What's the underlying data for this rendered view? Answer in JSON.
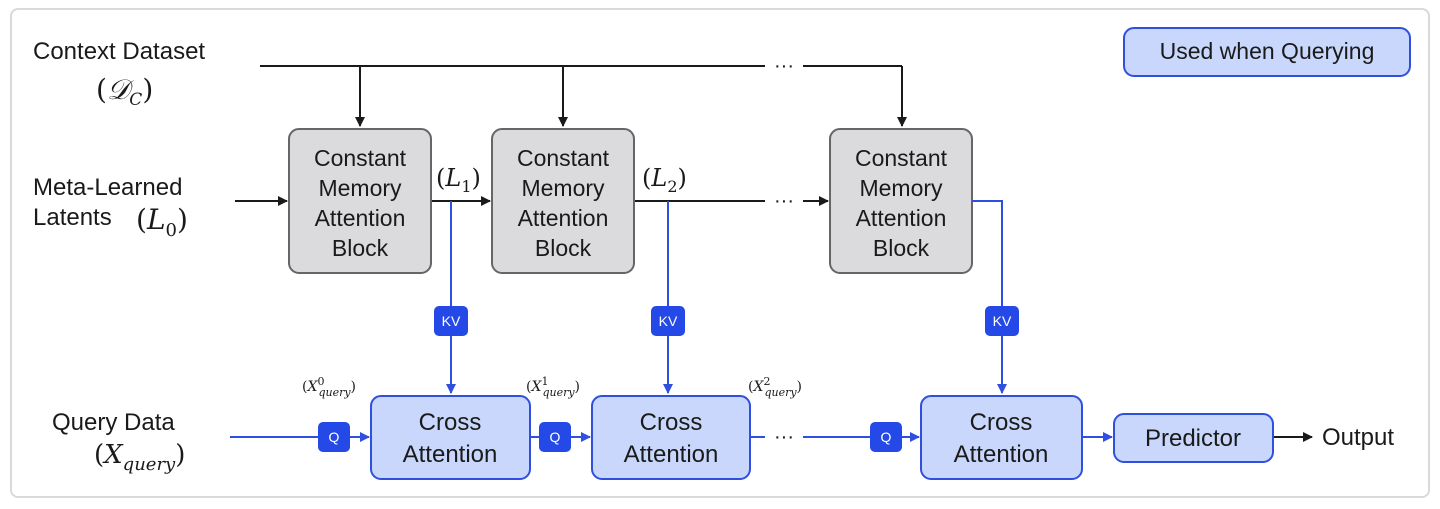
{
  "legend": {
    "label": "Used when Querying"
  },
  "inputs": {
    "context_line1": "Context Dataset",
    "context_symbol": "𝒟",
    "context_sub": "C",
    "latents_line1": "Meta-Learned",
    "latents_line2": "Latents",
    "latents_symbol": "L",
    "latents_sub": "0",
    "query_line1": "Query Data",
    "query_symbol": "X",
    "query_sub": "query"
  },
  "memory_blocks": [
    {
      "lines": [
        "Constant",
        "Memory",
        "Attention",
        "Block"
      ]
    },
    {
      "lines": [
        "Constant",
        "Memory",
        "Attention",
        "Block"
      ]
    },
    {
      "lines": [
        "Constant",
        "Memory",
        "Attention",
        "Block"
      ]
    }
  ],
  "latent_labels": [
    {
      "symbol": "L",
      "sub": "1"
    },
    {
      "symbol": "L",
      "sub": "2"
    }
  ],
  "kv_labels": [
    "KV",
    "KV",
    "KV"
  ],
  "q_labels": [
    "Q",
    "Q",
    "Q"
  ],
  "query_state_labels": [
    {
      "symbol": "X",
      "sup": "0",
      "sub": "query"
    },
    {
      "symbol": "X",
      "sup": "1",
      "sub": "query"
    },
    {
      "symbol": "X",
      "sup": "2",
      "sub": "query"
    }
  ],
  "cross_attention_blocks": [
    {
      "lines": [
        "Cross",
        "Attention"
      ]
    },
    {
      "lines": [
        "Cross",
        "Attention"
      ]
    },
    {
      "lines": [
        "Cross",
        "Attention"
      ]
    }
  ],
  "predictor_label": "Predictor",
  "output_label": "Output",
  "ellipsis": "···",
  "colors": {
    "blue_line": "#2f4fe0",
    "blue_badge": "#2549e6",
    "blue_box_fill": "#c8d7fb",
    "blue_box_stroke": "#2f4fe0",
    "gray_box_fill": "#dbdbde",
    "gray_box_stroke": "#666666",
    "black_line": "#1a1a1a",
    "frame": "#d9d9dd"
  }
}
